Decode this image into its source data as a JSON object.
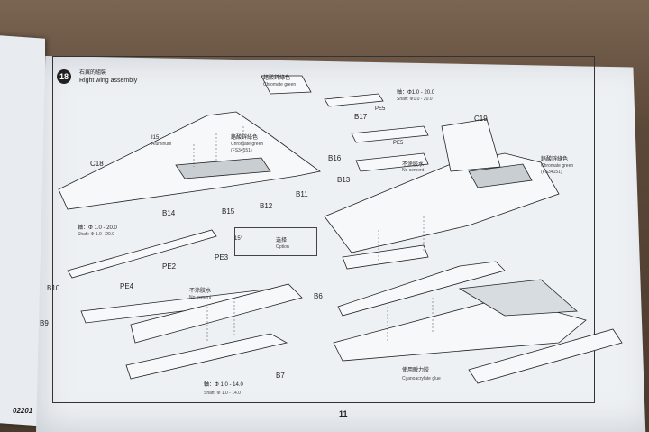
{
  "step": {
    "number": "18",
    "title_cn": "右翼的組裝",
    "title_en": "Right wing assembly"
  },
  "parts": [
    "C18",
    "I15",
    "B11",
    "B12",
    "B13",
    "B14",
    "B15",
    "B16",
    "B17",
    "C19",
    "PE2",
    "PE3",
    "PE4",
    "PE5",
    "B10",
    "B9",
    "B6",
    "B7"
  ],
  "notes": {
    "aluminum": "Aluminum",
    "chromate1_cn": "鉻酸鋅綠色",
    "chromate1": "Chromate green",
    "fs1": "(FS34151)",
    "chromate2_cn": "鉻酸鋅綠色",
    "chromate2": "Chromate green",
    "fs2": "(FS34151)",
    "chromate3_cn": "鉻酸鋅綠色",
    "chromate3": "Chromate green",
    "shaft_top_cn": "軸：Φ1.0 - 20.0",
    "shaft_top": "Shaft: Φ1.0 - 20.0",
    "shaft_left_cn": "軸：Φ 1.0 - 20.0",
    "shaft_left": "Shaft: Φ 1.0 - 20.0",
    "shaft_bottom_cn": "軸：Φ 1.0 - 14.0",
    "shaft_bottom": "Shaft: Φ 1.0 - 14.0",
    "nocement1_cn": "不涂胶水",
    "nocement1": "No cement",
    "nocement2_cn": "不涂胶水",
    "nocement2": "No cement",
    "option_cn": "选择",
    "option": "Option",
    "angle": "15°",
    "glue_cn": "使用瞬力胶",
    "glue": "Cyanoacrylate glue"
  },
  "footer": {
    "code": "02201",
    "page": "11"
  }
}
